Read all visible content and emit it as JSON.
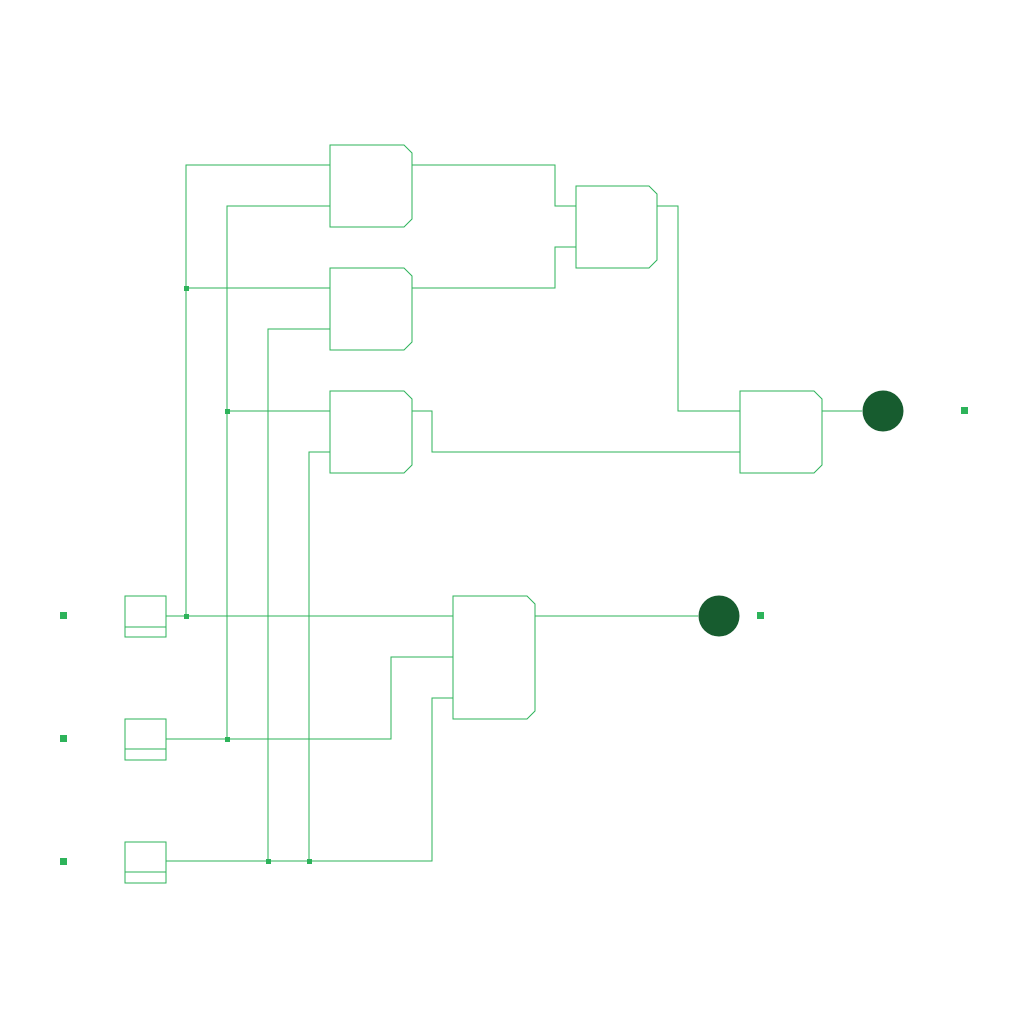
{
  "colors": {
    "wire": "#2db35a",
    "lamp_on": "#175c2f",
    "background": "#ffffff"
  },
  "diagram": {
    "type": "logic-circuit",
    "inputs": [
      "input-a",
      "input-b",
      "input-c"
    ],
    "gates": [
      "gate-1",
      "gate-2",
      "gate-3",
      "gate-4",
      "gate-5",
      "gate-6"
    ],
    "outputs": [
      {
        "id": "output-1",
        "state": "on"
      },
      {
        "id": "output-2",
        "state": "on"
      }
    ]
  }
}
